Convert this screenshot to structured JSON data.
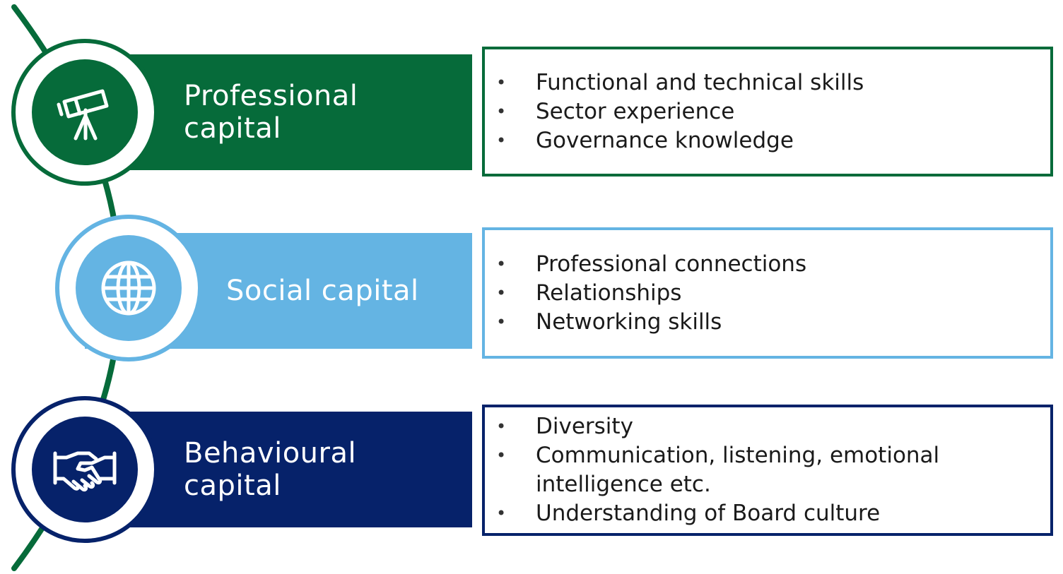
{
  "colors": {
    "green": "#066b3a",
    "light_blue": "#64b4e3",
    "navy": "#06226a",
    "connector": "#066b3a"
  },
  "sections": [
    {
      "id": "professional",
      "label": "Professional\ncapital",
      "icon": "telescope-icon",
      "color": "#066b3a",
      "items": [
        "Functional and technical skills",
        "Sector experience",
        "Governance knowledge"
      ]
    },
    {
      "id": "social",
      "label": "Social capital",
      "icon": "globe-icon",
      "color": "#64b4e3",
      "items": [
        "Professional connections",
        "Relationships",
        "Networking skills"
      ]
    },
    {
      "id": "behavioural",
      "label": "Behavioural\ncapital",
      "icon": "handshake-icon",
      "color": "#06226a",
      "items": [
        "Diversity",
        "Communication, listening, emotional\nintelligence etc.",
        "Understanding of Board culture"
      ]
    }
  ],
  "bullet_char": "•"
}
